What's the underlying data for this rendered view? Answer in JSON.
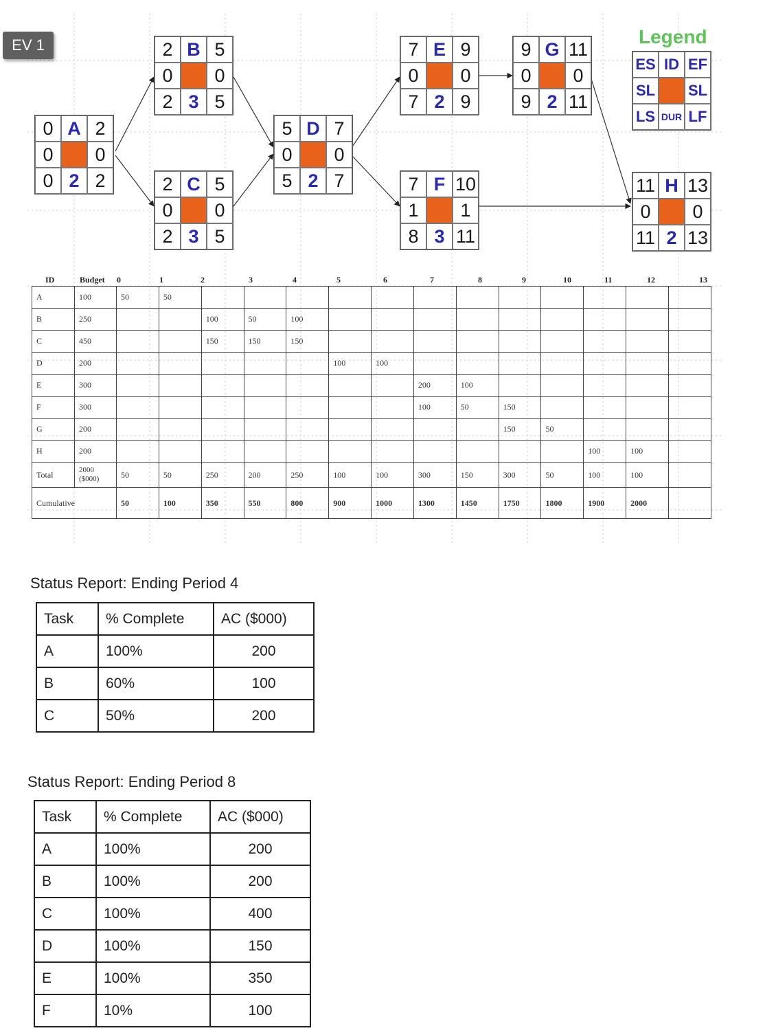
{
  "badge": "EV 1",
  "legend": {
    "title": "Legend",
    "cells": [
      "ES",
      "ID",
      "EF",
      "SL",
      "",
      "SL",
      "LS",
      "DUR",
      "LF"
    ]
  },
  "nodes": [
    {
      "id": "A",
      "es": "0",
      "ef": "2",
      "sl_left": "0",
      "sl_right": "0",
      "ls": "0",
      "dur": "2",
      "lf": "2"
    },
    {
      "id": "B",
      "es": "2",
      "ef": "5",
      "sl_left": "0",
      "sl_right": "0",
      "ls": "2",
      "dur": "3",
      "lf": "5"
    },
    {
      "id": "C",
      "es": "2",
      "ef": "5",
      "sl_left": "0",
      "sl_right": "0",
      "ls": "2",
      "dur": "3",
      "lf": "5"
    },
    {
      "id": "D",
      "es": "5",
      "ef": "7",
      "sl_left": "0",
      "sl_right": "0",
      "ls": "5",
      "dur": "2",
      "lf": "7"
    },
    {
      "id": "E",
      "es": "7",
      "ef": "9",
      "sl_left": "0",
      "sl_right": "0",
      "ls": "7",
      "dur": "2",
      "lf": "9"
    },
    {
      "id": "F",
      "es": "7",
      "ef": "10",
      "sl_left": "1",
      "sl_right": "1",
      "ls": "8",
      "dur": "3",
      "lf": "11"
    },
    {
      "id": "G",
      "es": "9",
      "ef": "11",
      "sl_left": "0",
      "sl_right": "0",
      "ls": "9",
      "dur": "2",
      "lf": "11"
    },
    {
      "id": "H",
      "es": "11",
      "ef": "13",
      "sl_left": "0",
      "sl_right": "0",
      "ls": "11",
      "dur": "2",
      "lf": "13"
    }
  ],
  "schedule": {
    "header": {
      "id": "ID",
      "budget": "Budget",
      "periods": [
        "0",
        "1",
        "2",
        "3",
        "4",
        "5",
        "6",
        "7",
        "8",
        "9",
        "10",
        "11",
        "12",
        "13"
      ]
    },
    "rows": [
      {
        "id": "A",
        "budget": "100",
        "cells": [
          "50",
          "50",
          "",
          "",
          "",
          "",
          "",
          "",
          "",
          "",
          "",
          "",
          "",
          ""
        ]
      },
      {
        "id": "B",
        "budget": "250",
        "cells": [
          "",
          "",
          "100",
          "50",
          "100",
          "",
          "",
          "",
          "",
          "",
          "",
          "",
          "",
          ""
        ]
      },
      {
        "id": "C",
        "budget": "450",
        "cells": [
          "",
          "",
          "150",
          "150",
          "150",
          "",
          "",
          "",
          "",
          "",
          "",
          "",
          "",
          ""
        ]
      },
      {
        "id": "D",
        "budget": "200",
        "cells": [
          "",
          "",
          "",
          "",
          "",
          "100",
          "100",
          "",
          "",
          "",
          "",
          "",
          "",
          ""
        ]
      },
      {
        "id": "E",
        "budget": "300",
        "cells": [
          "",
          "",
          "",
          "",
          "",
          "",
          "",
          "200",
          "100",
          "",
          "",
          "",
          "",
          ""
        ]
      },
      {
        "id": "F",
        "budget": "300",
        "cells": [
          "",
          "",
          "",
          "",
          "",
          "",
          "",
          "100",
          "50",
          "150",
          "",
          "",
          "",
          ""
        ]
      },
      {
        "id": "G",
        "budget": "200",
        "cells": [
          "",
          "",
          "",
          "",
          "",
          "",
          "",
          "",
          "",
          "150",
          "50",
          "",
          "",
          ""
        ]
      },
      {
        "id": "H",
        "budget": "200",
        "cells": [
          "",
          "",
          "",
          "",
          "",
          "",
          "",
          "",
          "",
          "",
          "",
          "100",
          "100",
          ""
        ]
      }
    ],
    "total": {
      "label": "Total",
      "budget_line1": "2000",
      "budget_line2": "($000)",
      "cells": [
        "50",
        "50",
        "250",
        "200",
        "250",
        "100",
        "100",
        "300",
        "150",
        "300",
        "50",
        "100",
        "100",
        ""
      ]
    },
    "cumulative": {
      "label": "Cumulative",
      "cells": [
        "50",
        "100",
        "350",
        "550",
        "800",
        "900",
        "1000",
        "1300",
        "1450",
        "1750",
        "1800",
        "1900",
        "2000",
        ""
      ]
    }
  },
  "status_reports": [
    {
      "title": "Status Report:  Ending Period 4",
      "headers": [
        "Task",
        "% Complete",
        "AC ($000)"
      ],
      "rows": [
        [
          "A",
          "100%",
          "200"
        ],
        [
          "B",
          "60%",
          "100"
        ],
        [
          "C",
          "50%",
          "200"
        ]
      ]
    },
    {
      "title": "Status Report:  Ending Period 8",
      "headers": [
        "Task",
        "% Complete",
        "AC ($000)"
      ],
      "rows": [
        [
          "A",
          "100%",
          "200"
        ],
        [
          "B",
          "100%",
          "200"
        ],
        [
          "C",
          "100%",
          "400"
        ],
        [
          "D",
          "100%",
          "150"
        ],
        [
          "E",
          "100%",
          "350"
        ],
        [
          "F",
          "10%",
          "100"
        ]
      ]
    }
  ]
}
